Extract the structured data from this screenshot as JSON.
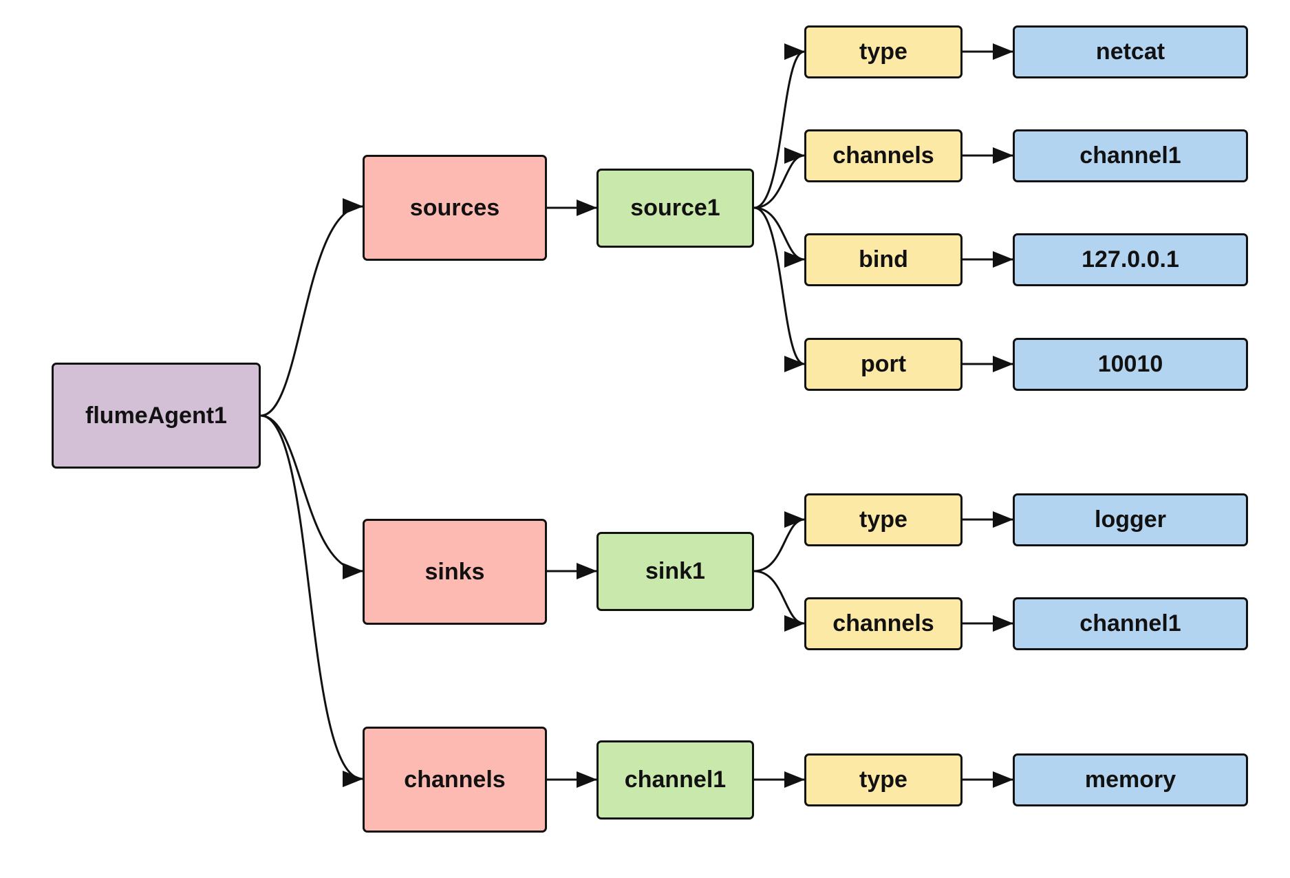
{
  "colors": {
    "agent": "#d3bfd6",
    "section": "#fdbab2",
    "instance": "#c9e8ab",
    "key": "#fde9a6",
    "value": "#b3d4f0",
    "edge": "#111111"
  },
  "agent": {
    "label": "flumeAgent1"
  },
  "sources": {
    "label": "sources",
    "instance": "source1",
    "props": [
      {
        "key": "type",
        "value": "netcat"
      },
      {
        "key": "channels",
        "value": "channel1"
      },
      {
        "key": "bind",
        "value": "127.0.0.1"
      },
      {
        "key": "port",
        "value": "10010"
      }
    ]
  },
  "sinks": {
    "label": "sinks",
    "instance": "sink1",
    "props": [
      {
        "key": "type",
        "value": "logger"
      },
      {
        "key": "channels",
        "value": "channel1"
      }
    ]
  },
  "channels": {
    "label": "channels",
    "instance": "channel1",
    "props": [
      {
        "key": "type",
        "value": "memory"
      }
    ]
  }
}
